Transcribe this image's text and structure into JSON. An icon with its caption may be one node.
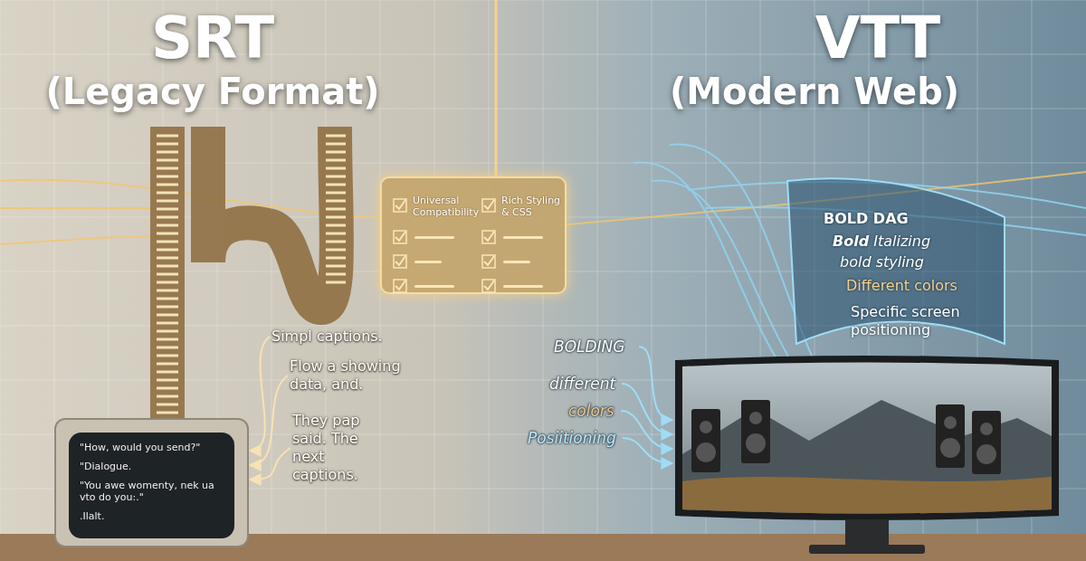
{
  "diagram": {
    "nodes": [
      {
        "text": [
          "Universal Compatibility",
          "Rich Styling & CSS"
        ]
      },
      {
        "text": [
          "\"How, would you send?\"",
          "\"Dialogue.",
          "\"You awe womenty, nek ua vto do you:.\"",
          ".Ilalt."
        ]
      },
      {
        "text": [
          "Simpl captions."
        ]
      },
      {
        "text": [
          "Flow a showing data, and."
        ]
      },
      {
        "text": [
          "They pap said. The next captions."
        ]
      },
      {
        "text": [],
        "shape": "picture"
      },
      {
        "text": [
          "BOLDING"
        ]
      },
      {
        "text": [
          "different"
        ]
      },
      {
        "text": [
          "colors"
        ]
      },
      {
        "text": [
          "Posiitioning"
        ]
      }
    ],
    "edges": [
      {
        "from": 2,
        "to": 1,
        "arrow": "to"
      },
      {
        "from": 3,
        "to": 1,
        "arrow": "to"
      },
      {
        "from": 4,
        "to": 1,
        "arrow": "to"
      },
      {
        "from": 6,
        "to": 5,
        "arrow": "to"
      },
      {
        "from": 7,
        "to": 5,
        "arrow": "to"
      },
      {
        "from": 8,
        "to": 5,
        "arrow": "to"
      },
      {
        "from": 9,
        "to": 5,
        "arrow": "to"
      }
    ],
    "labels": [
      "SRT",
      "(Legacy Format)",
      "VTT",
      "(Modern Web)",
      "BOLD DAG",
      "**Bold** Italizing",
      "bold styling",
      "Different colors",
      "Specific screen positioning"
    ]
  }
}
